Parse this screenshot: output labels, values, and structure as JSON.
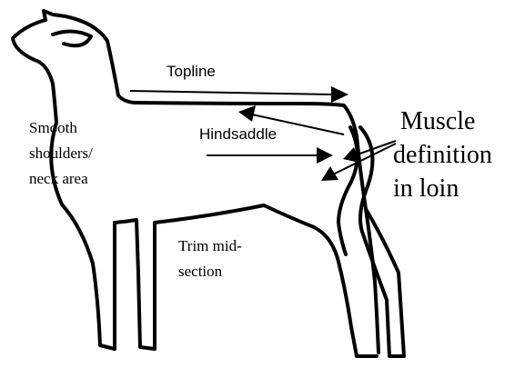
{
  "labels": {
    "topline": "Topline",
    "hindsaddle": "Hindsaddle",
    "shoulders": [
      "Smooth",
      "shoulders/",
      "neck area"
    ],
    "midsection": [
      "Trim mid-",
      "section"
    ],
    "muscle": [
      "Muscle",
      "definition",
      "in loin"
    ]
  }
}
